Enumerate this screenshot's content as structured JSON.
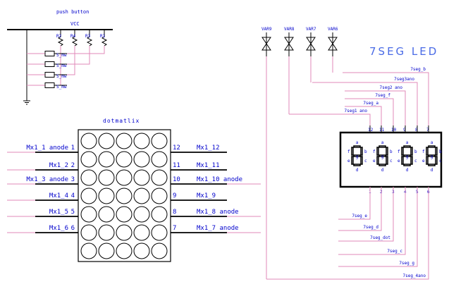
{
  "push_button": {
    "title": "push button",
    "vcc_label": "VCC",
    "resistor_labels": [
      "R2",
      "R4",
      "R3",
      "R1"
    ],
    "switch_labels": [
      "S_mw",
      "S_mw",
      "S_mw",
      "S_mw"
    ]
  },
  "dotmatrix": {
    "title": "dotmatlix",
    "left_labels": [
      "Mx1_1 anode",
      "Mx1_2",
      "Mx1_3 anode",
      "Mx1_4",
      "Mx1_5",
      "Mx1_6"
    ],
    "left_pins": [
      "1",
      "2",
      "3",
      "4",
      "5",
      "6"
    ],
    "right_labels": [
      "Mx1_12",
      "Mx1_11",
      "Mx1_10 anode",
      "Mx1_9",
      "Mx1_8 anode",
      "Mx1_7 anode"
    ],
    "right_pins": [
      "12",
      "11",
      "10",
      "9",
      "8",
      "7"
    ]
  },
  "segment": {
    "title": "7SEG LED",
    "var_labels": [
      "VAR9",
      "VAR8",
      "VAR7",
      "VAR6"
    ],
    "top_pins": [
      "12",
      "11",
      "10",
      "9",
      "8",
      "7"
    ],
    "bottom_pins": [
      "1",
      "2",
      "3",
      "4",
      "5",
      "6"
    ],
    "top_nets": [
      "7seg_b",
      "7seg3ano",
      "7seg2 ano",
      "7seg_f",
      "7seg_a",
      "7seg1 ano"
    ],
    "bottom_nets": [
      "7seg_e",
      "7seg_d",
      "7seg_dot",
      "7seg_c",
      "7seg_g",
      "7seg_4ano"
    ],
    "digit_letters": [
      "a",
      "b",
      "c",
      "d",
      "e",
      "f",
      "g"
    ]
  }
}
